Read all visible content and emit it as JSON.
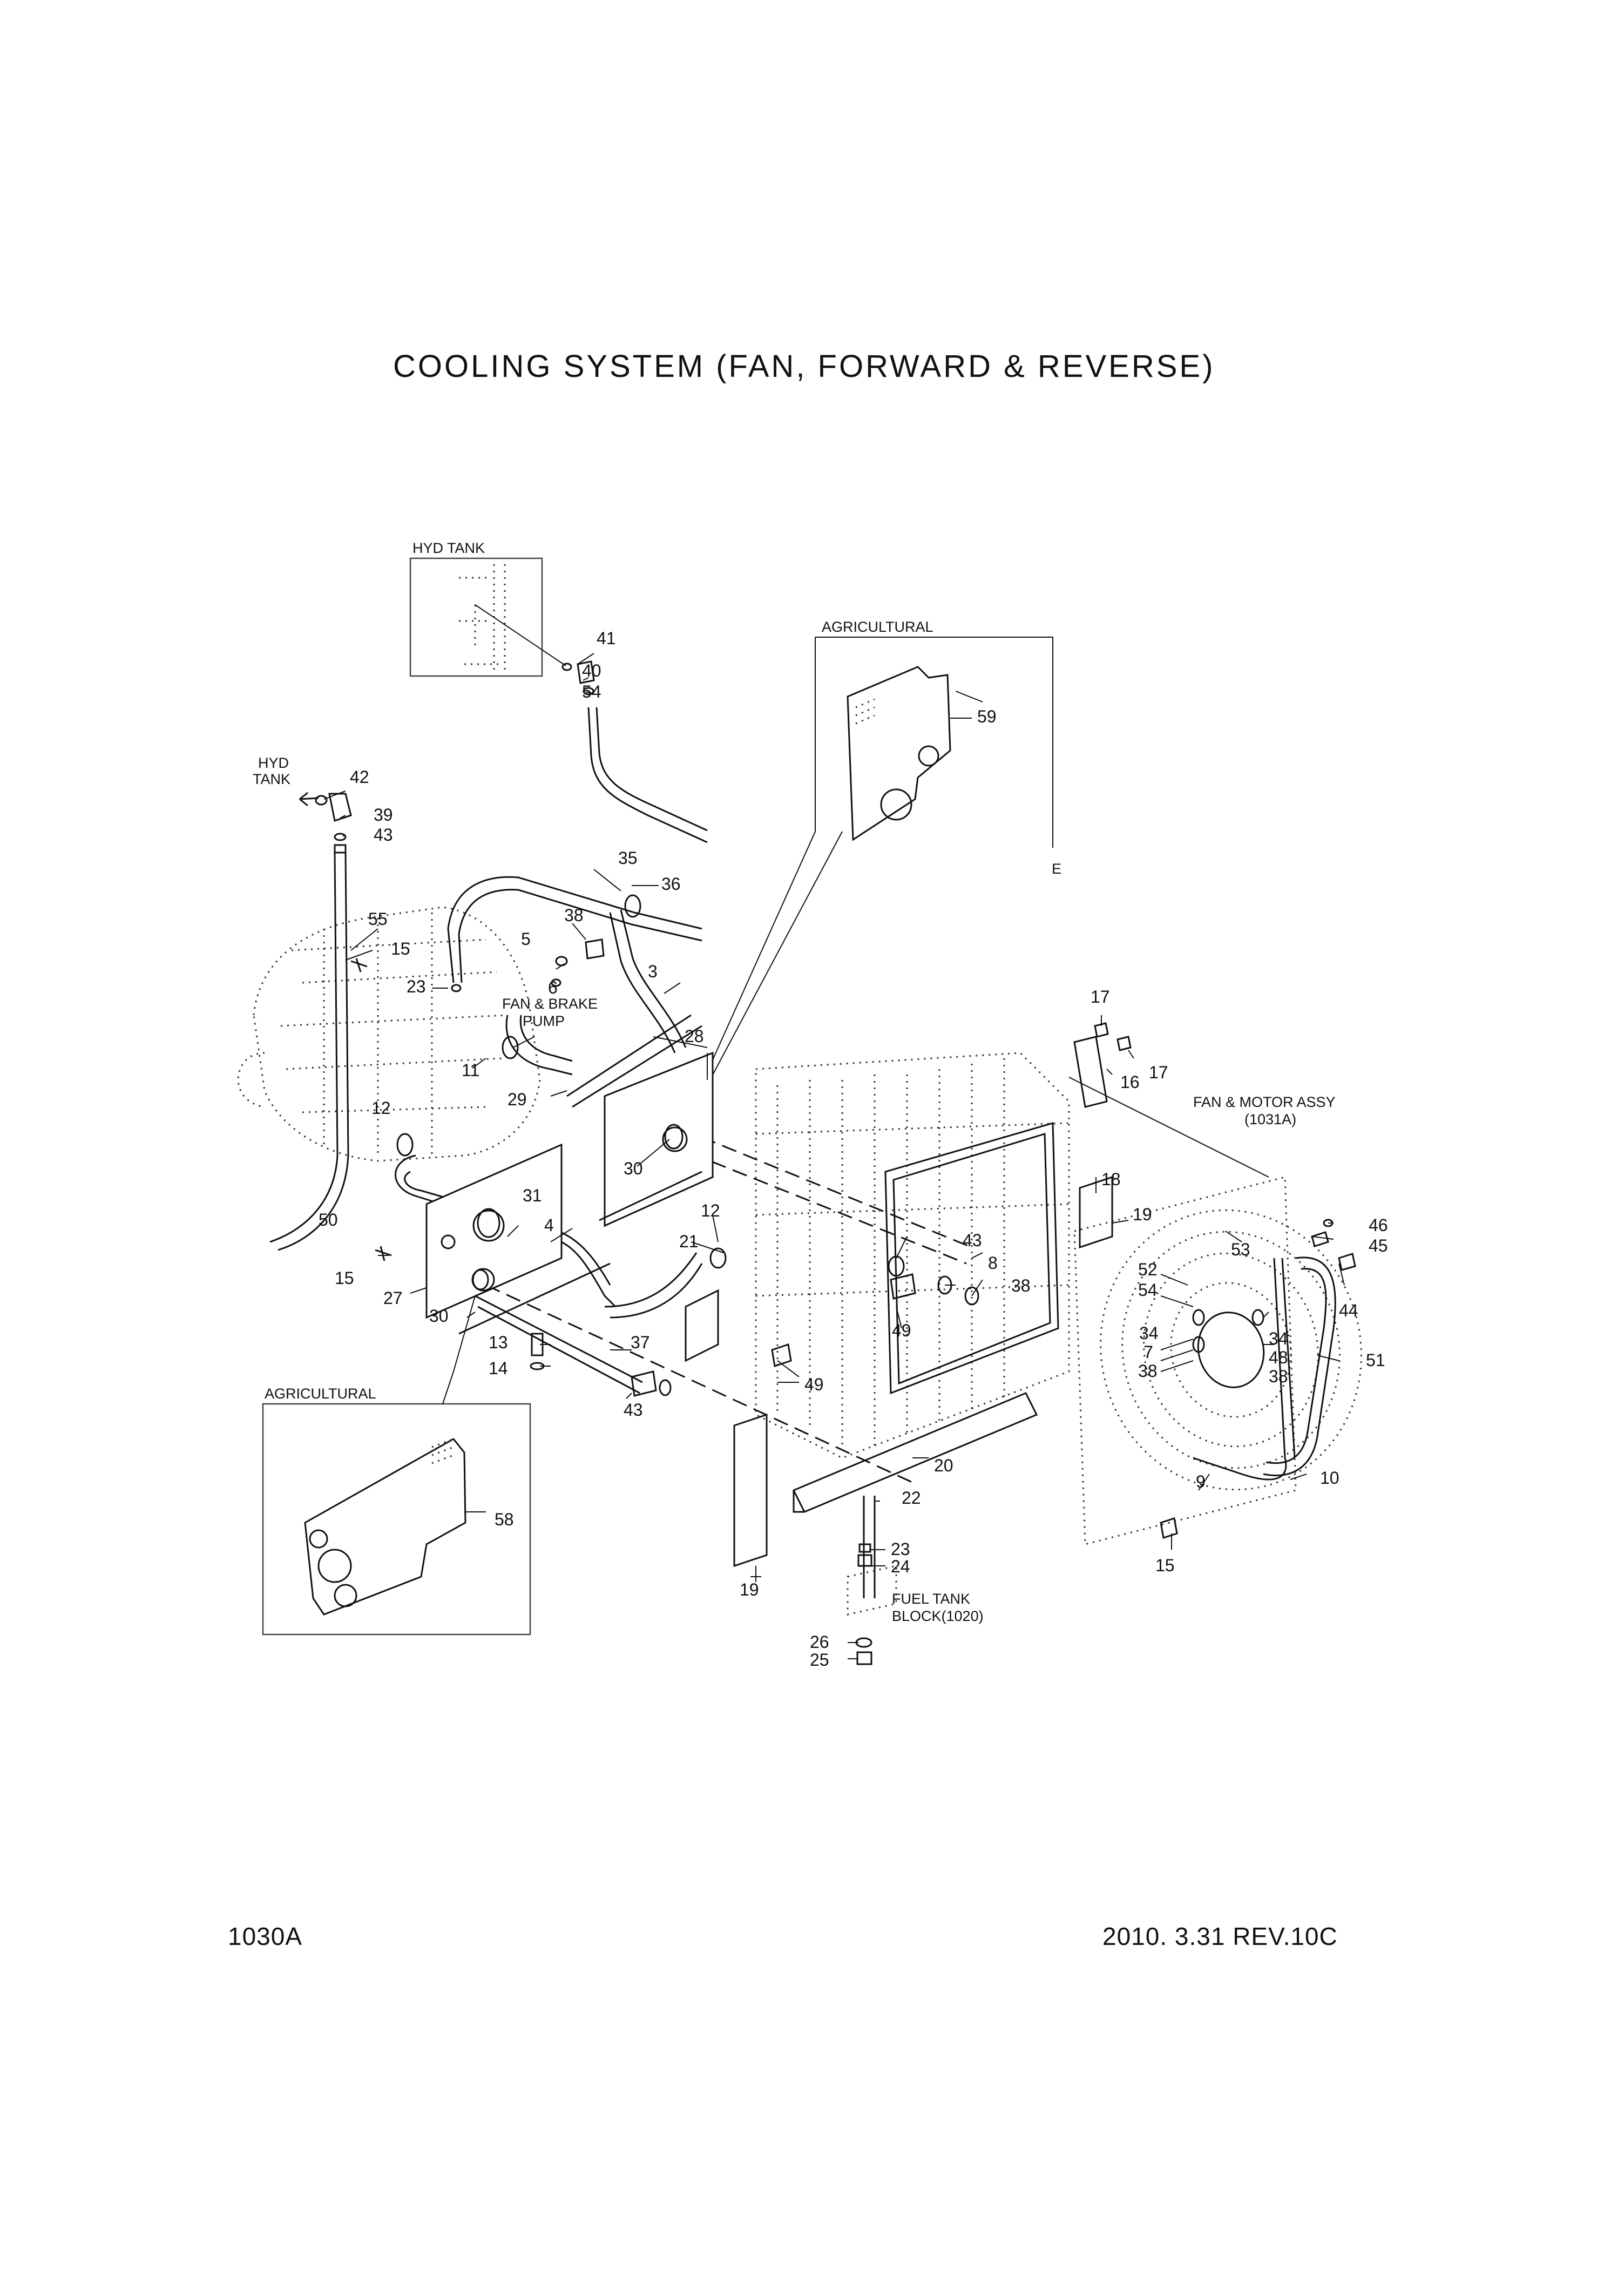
{
  "title": "COOLING SYSTEM (FAN, FORWARD & REVERSE)",
  "footer": {
    "page_code": "1030A",
    "revision": "2010. 3.31  REV.10C"
  },
  "labels": {
    "hyd_tank_box": "HYD TANK",
    "hyd_tank_1": "HYD",
    "hyd_tank_2": "TANK",
    "agricultural_top": "AGRICULTURAL",
    "agricultural_bottom": "AGRICULTURAL",
    "e_ref": "E",
    "pump_1": "FAN & BRAKE",
    "pump_2": "PUMP",
    "fan_motor_1": "FAN & MOTOR ASSY",
    "fan_motor_2": "(1031A)",
    "fuel_tank_1": "FUEL TANK",
    "fuel_tank_2": "BLOCK(1020)"
  },
  "callouts": [
    "41",
    "40",
    "54",
    "42",
    "39",
    "43",
    "35",
    "36",
    "38",
    "5",
    "6",
    "55",
    "15",
    "23",
    "3",
    "11",
    "28",
    "12",
    "29",
    "30",
    "31",
    "4",
    "21",
    "50",
    "15",
    "27",
    "30",
    "12",
    "43",
    "8",
    "38",
    "49",
    "17",
    "17",
    "16",
    "18",
    "19",
    "52",
    "54",
    "53",
    "46",
    "45",
    "44",
    "34",
    "7",
    "38",
    "34",
    "48",
    "38",
    "51",
    "13",
    "14",
    "37",
    "43",
    "49",
    "20",
    "22",
    "9",
    "10",
    "15",
    "58",
    "23",
    "24",
    "19",
    "26",
    "25",
    "59"
  ]
}
